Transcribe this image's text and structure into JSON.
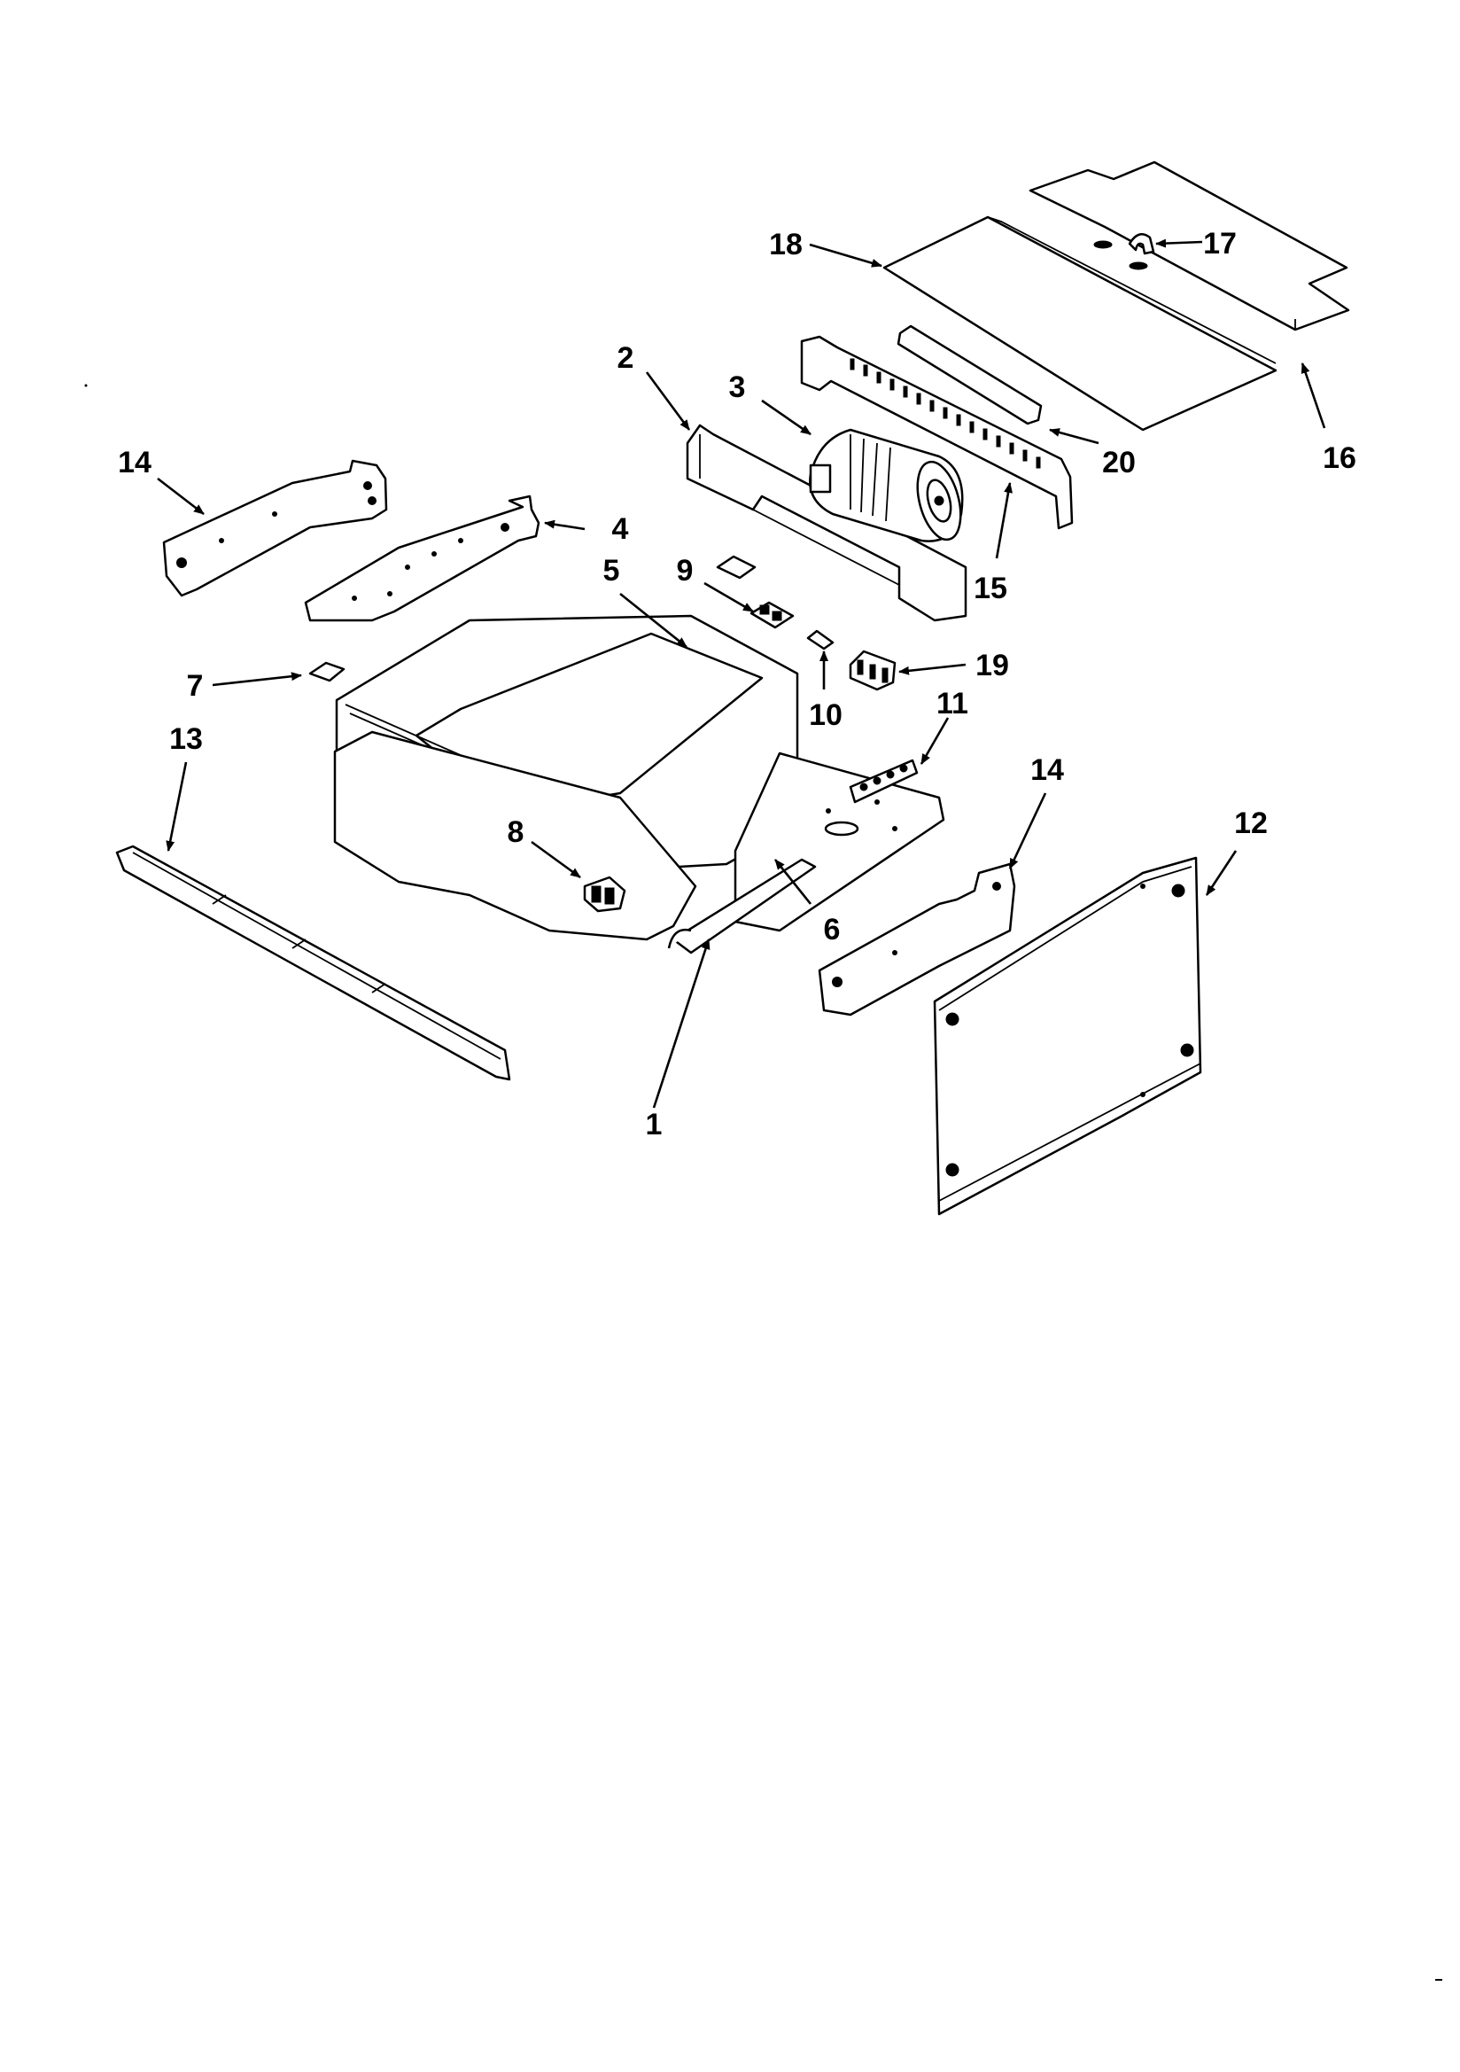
{
  "callouts": [
    {
      "id": "c1",
      "label": "1"
    },
    {
      "id": "c2",
      "label": "2"
    },
    {
      "id": "c3",
      "label": "3"
    },
    {
      "id": "c4",
      "label": "4"
    },
    {
      "id": "c5",
      "label": "5"
    },
    {
      "id": "c6",
      "label": "6"
    },
    {
      "id": "c7",
      "label": "7"
    },
    {
      "id": "c8",
      "label": "8"
    },
    {
      "id": "c9",
      "label": "9"
    },
    {
      "id": "c10",
      "label": "10"
    },
    {
      "id": "c11",
      "label": "11"
    },
    {
      "id": "c12",
      "label": "12"
    },
    {
      "id": "c13",
      "label": "13"
    },
    {
      "id": "c14a",
      "label": "14"
    },
    {
      "id": "c14b",
      "label": "14"
    },
    {
      "id": "c15",
      "label": "15"
    },
    {
      "id": "c16",
      "label": "16"
    },
    {
      "id": "c17",
      "label": "17"
    },
    {
      "id": "c18",
      "label": "18"
    },
    {
      "id": "c19",
      "label": "19"
    },
    {
      "id": "c20",
      "label": "20"
    }
  ]
}
